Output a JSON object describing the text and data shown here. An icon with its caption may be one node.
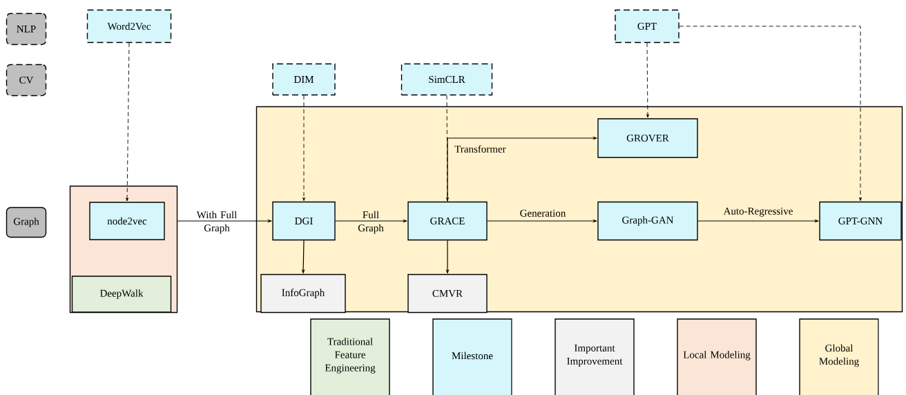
{
  "diagram": {
    "nodes": [
      {
        "text": [
          "NLP"
        ]
      },
      {
        "text": [
          "Word2Vec"
        ]
      },
      {
        "text": [
          "CV"
        ]
      },
      {
        "text": [
          "DIM"
        ]
      },
      {
        "text": [
          "SimCLR"
        ]
      },
      {
        "text": [
          "GPT"
        ]
      },
      {
        "text": [
          "Graph"
        ]
      },
      {
        "text": [],
        "shape": "box"
      },
      {
        "text": [
          "node2vec"
        ],
        "in": 7
      },
      {
        "text": [
          "DeepWalk"
        ],
        "in": 7
      },
      {
        "text": [],
        "shape": "box"
      },
      {
        "text": [
          "GROVER"
        ],
        "in": 10
      },
      {
        "text": [
          "DGI"
        ],
        "in": 10
      },
      {
        "text": [
          "GRACE"
        ],
        "in": 10
      },
      {
        "text": [
          "Graph-GAN"
        ],
        "in": 10
      },
      {
        "text": [
          "GPT-GNN"
        ],
        "in": 10
      },
      {
        "text": [
          "InfoGraph"
        ],
        "in": 10
      },
      {
        "text": [
          "CMVR"
        ],
        "in": 10
      }
    ],
    "edges": [
      {
        "from": 1,
        "to": 8,
        "arrow": "to",
        "style": "dashed"
      },
      {
        "from": 3,
        "to": 12,
        "arrow": "to",
        "style": "dashed"
      },
      {
        "from": 4,
        "to": 13,
        "arrow": "to",
        "style": "dashed"
      },
      {
        "from": 13,
        "to": 11,
        "arrow": "to",
        "label": "Transformer"
      },
      {
        "from": 5,
        "to": 11,
        "arrow": "to",
        "style": "dashed"
      },
      {
        "from": 5,
        "to": 15,
        "arrow": "to",
        "style": "dashed"
      },
      {
        "from": 7,
        "to": 12,
        "arrow": "to",
        "label": "With Full Graph"
      },
      {
        "from": 12,
        "to": 13,
        "arrow": "to",
        "label": "Full Graph"
      },
      {
        "from": 13,
        "to": 14,
        "arrow": "to",
        "label": "Generation"
      },
      {
        "from": 14,
        "to": 15,
        "arrow": "to",
        "label": "Auto-Regressive"
      },
      {
        "from": 12,
        "to": 16,
        "arrow": "to"
      },
      {
        "from": 13,
        "to": 17,
        "arrow": "to"
      }
    ],
    "legend": [
      {
        "text": "Traditional Feature Engineering",
        "color": "#e2efda"
      },
      {
        "text": "Milestone",
        "color": "#d5f6fb"
      },
      {
        "text": "Important Improvement",
        "color": "#f2f2f2"
      },
      {
        "text": "Local Modeling",
        "color": "#fbe5d6"
      },
      {
        "text": "Global Modeling",
        "color": "#fff2cc"
      }
    ]
  }
}
